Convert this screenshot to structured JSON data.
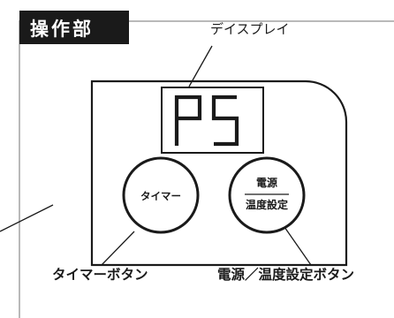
{
  "header": {
    "title": "操作部"
  },
  "labels": {
    "display": "デイスプレイ",
    "timer_button": "タイマーボタン",
    "power_temp_button": "電源／温度設定ボタン"
  },
  "display": {
    "readout": "PS"
  },
  "buttons": {
    "timer": {
      "label": "タイマー"
    },
    "power_temp": {
      "line1": "電源",
      "line2": "温度設定"
    }
  },
  "colors": {
    "header_bg": "#1a1a1a",
    "line": "#1a1a1a",
    "background": "#ffffff"
  }
}
